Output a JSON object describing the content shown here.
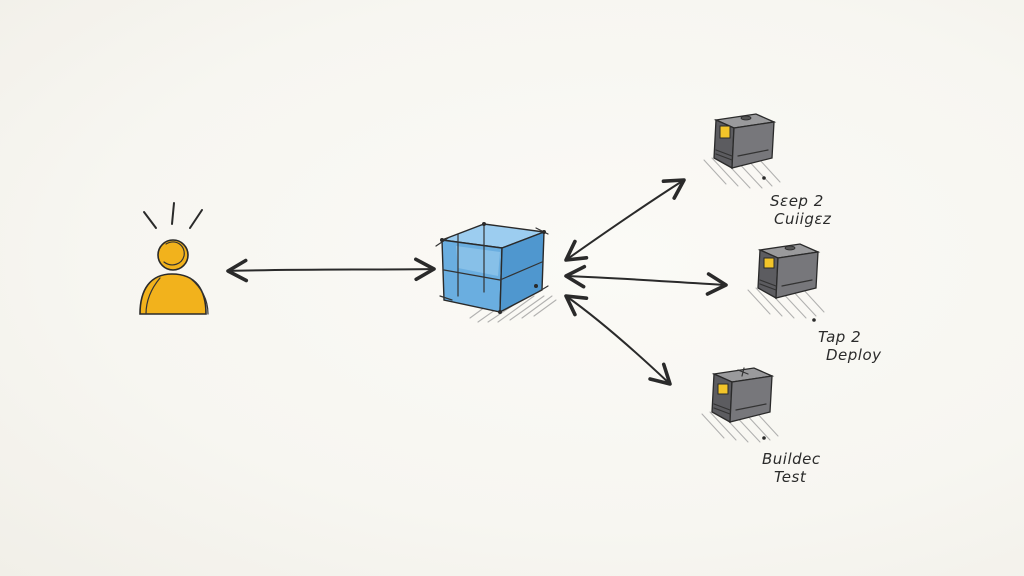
{
  "colors": {
    "user": "#f2b21c",
    "hub": "#6aaee0",
    "server_body": "#6f6f72",
    "server_window": "#f3c52a",
    "ink": "#2a2a2a"
  },
  "nodes": {
    "user": {
      "icon": "person-icon"
    },
    "hub": {
      "icon": "cube-icon"
    },
    "servers": [
      {
        "icon": "server-icon",
        "label_line1": "Sɛep 2",
        "label_line2": "Cuiigɛz"
      },
      {
        "icon": "server-icon",
        "label_line1": "Tap 2",
        "label_line2": "Deploy"
      },
      {
        "icon": "server-icon",
        "label_line1": "Buildec",
        "label_line2": "Test"
      }
    ]
  }
}
